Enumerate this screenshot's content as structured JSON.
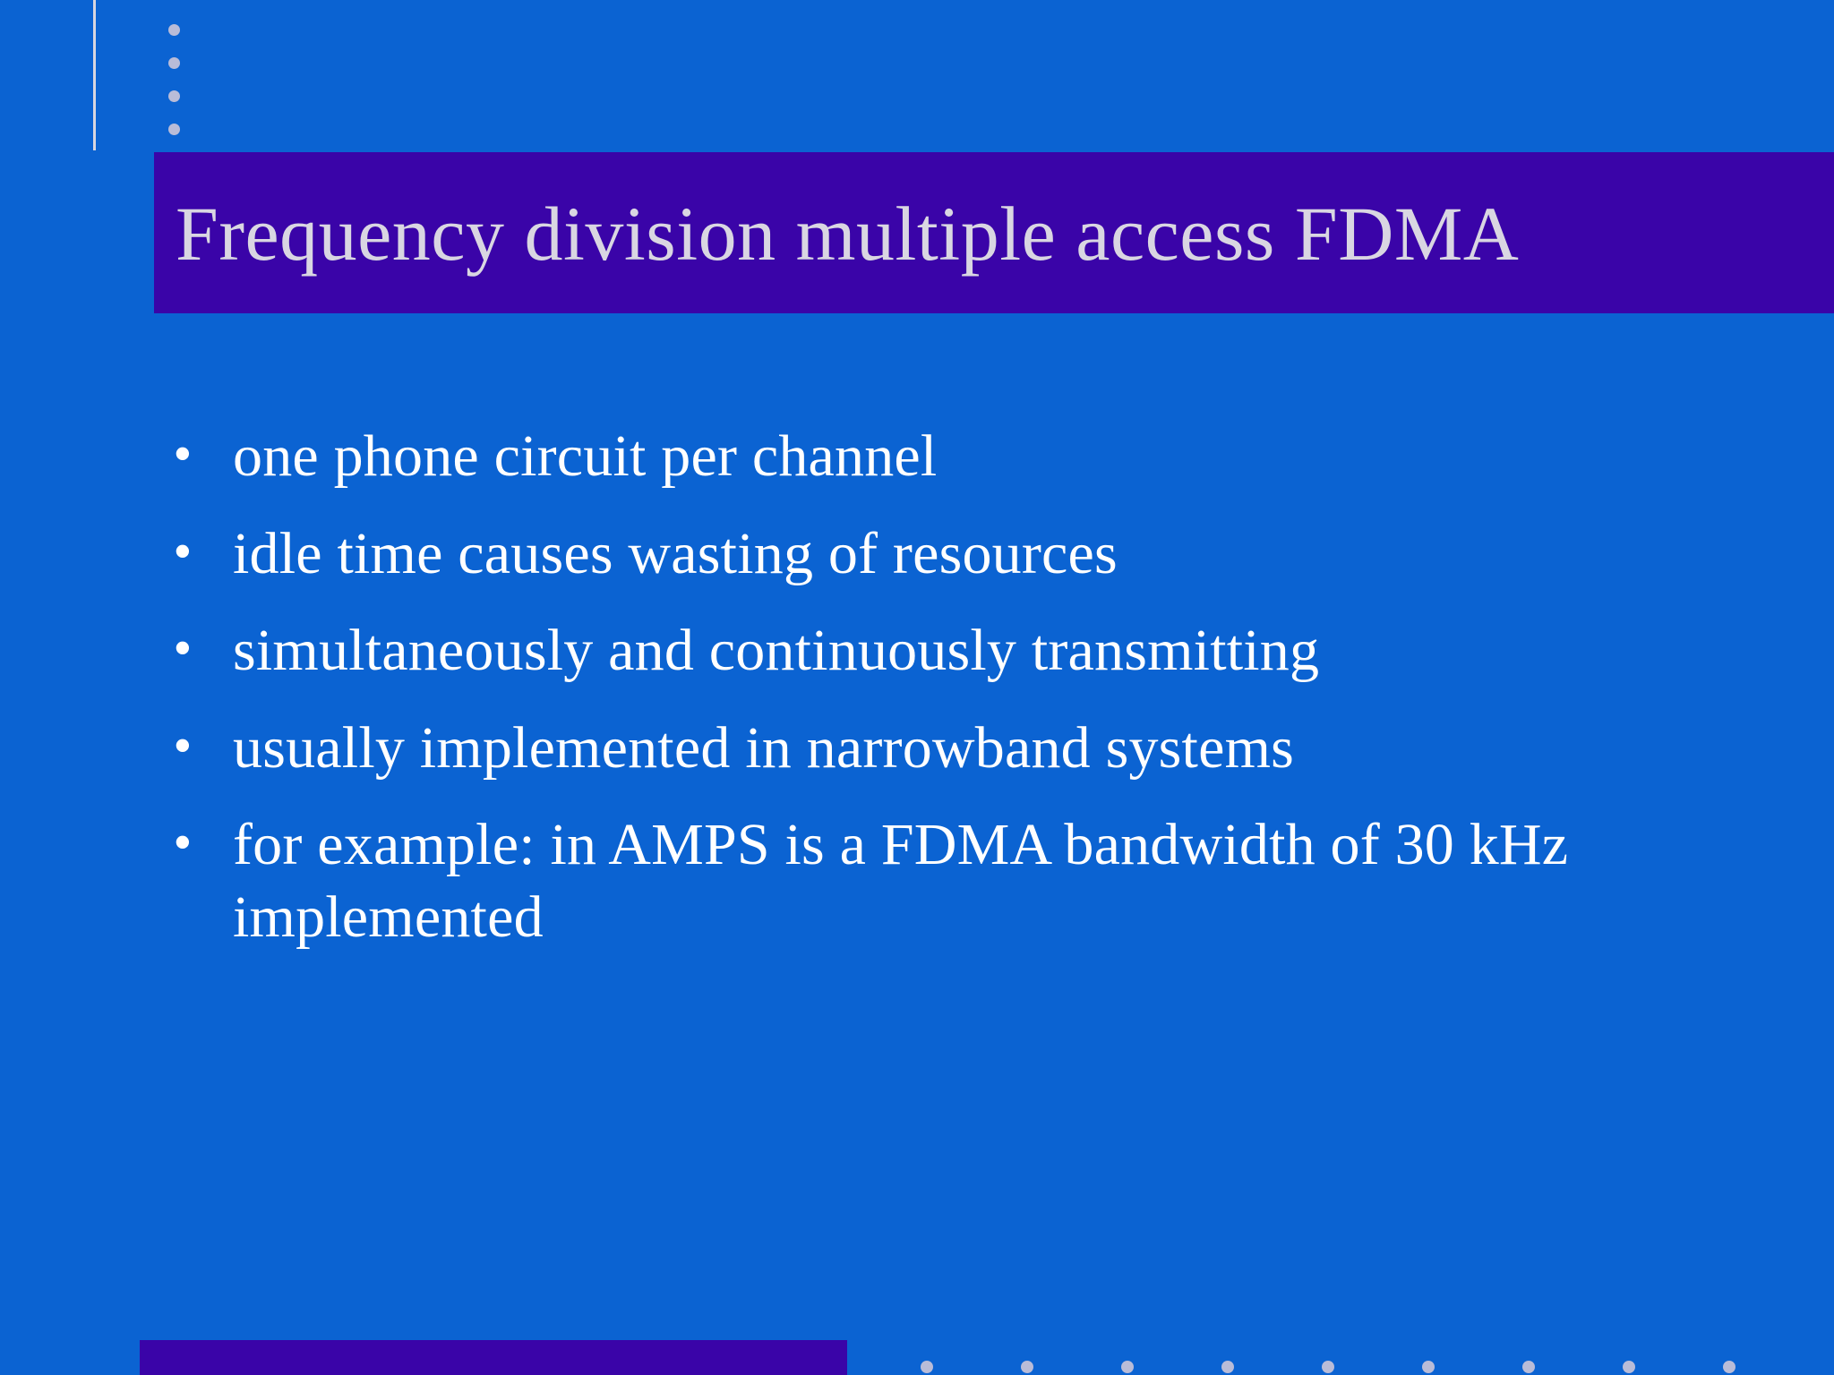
{
  "slide": {
    "title": "Frequency division multiple access FDMA",
    "bullet_marker": "•",
    "bullets": [
      "one phone circuit per channel",
      "idle time causes wasting of resources",
      "simultaneously and continuously transmitting",
      "usually implemented in narrowband systems",
      "for example: in AMPS is a FDMA bandwidth of 30 kHz implemented"
    ],
    "colors": {
      "background": "#0b63d2",
      "title_band": "#3a04a8",
      "title_text": "#d9d6e2",
      "body_text": "#ffffff",
      "decor_dot": "#b9bcd8"
    }
  }
}
